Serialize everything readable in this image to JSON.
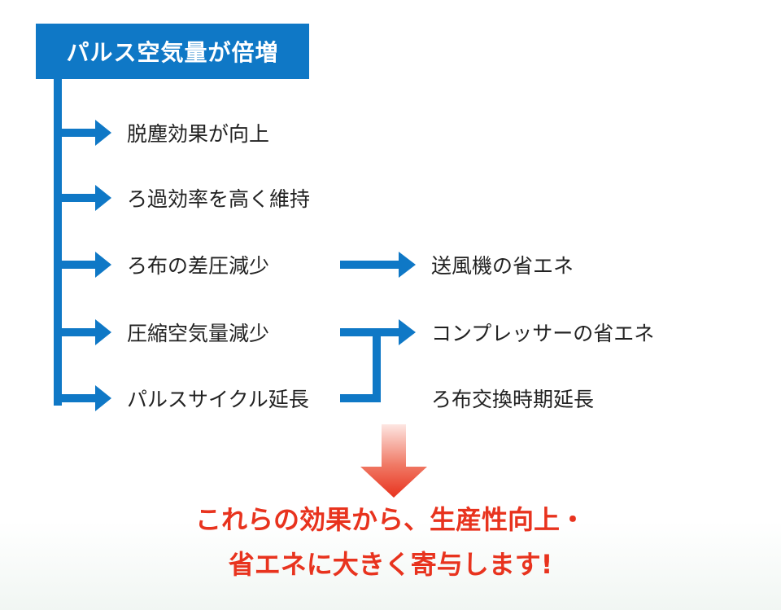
{
  "header": {
    "title": "パルス空気量が倍増"
  },
  "effects": [
    {
      "label": "脱塵効果が向上"
    },
    {
      "label": "ろ過効率を高く維持"
    },
    {
      "label": "ろ布の差圧減少"
    },
    {
      "label": "圧縮空気量減少"
    },
    {
      "label": "パルスサイクル延長"
    }
  ],
  "results": [
    {
      "label": "送風機の省エネ"
    },
    {
      "label": "コンプレッサーの省エネ"
    },
    {
      "label": "ろ布交換時期延長"
    }
  ],
  "conclusion": {
    "line1": "これらの効果から、生産性向上・",
    "line2": "省エネに大きく寄与します!"
  },
  "colors": {
    "blue": "#0f78c6",
    "red": "#e8331e",
    "text": "#222222"
  }
}
